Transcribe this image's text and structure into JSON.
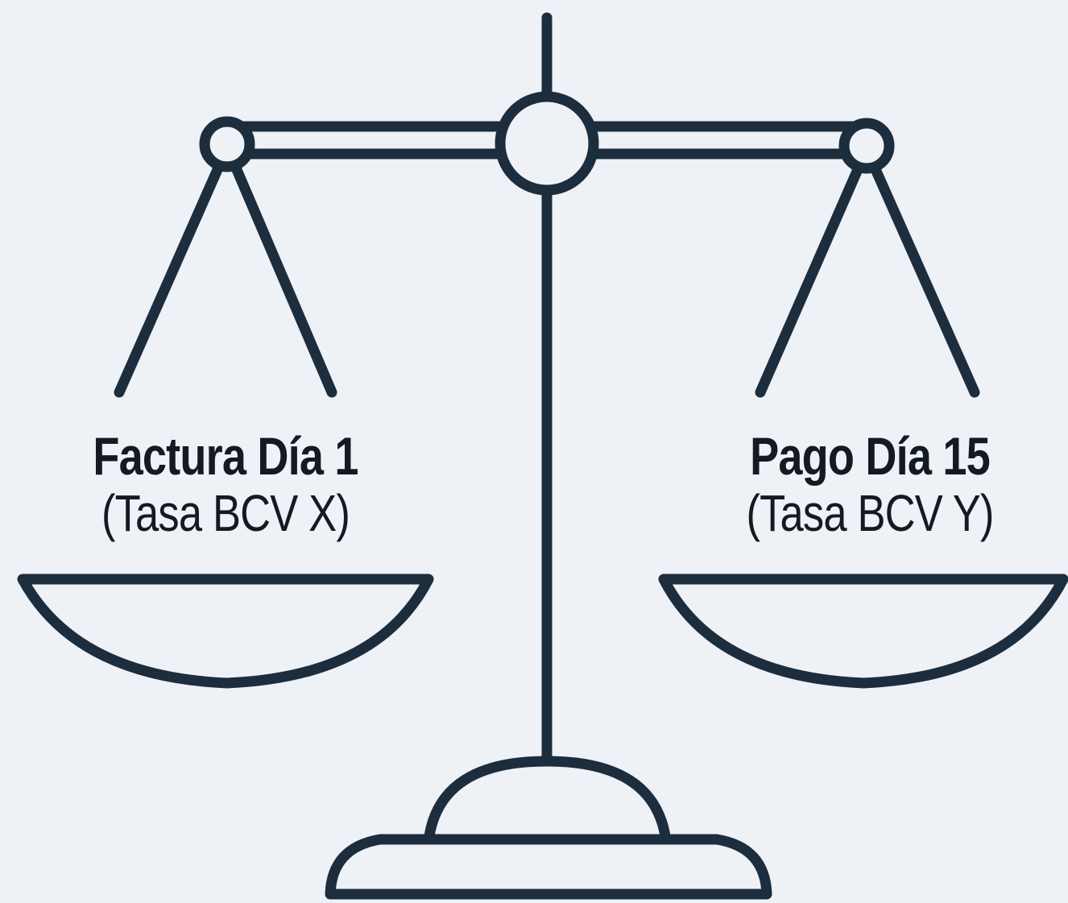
{
  "diagram": {
    "left_pan": {
      "title": "Factura Día 1",
      "subtitle": "(Tasa BCV X)"
    },
    "right_pan": {
      "title": "Pago Día 15",
      "subtitle": "(Tasa BCV Y)"
    },
    "colors": {
      "background": "#eef1f5",
      "stroke": "#1c2d3d",
      "text": "#131a22"
    },
    "icon": "balance-scale-icon"
  }
}
